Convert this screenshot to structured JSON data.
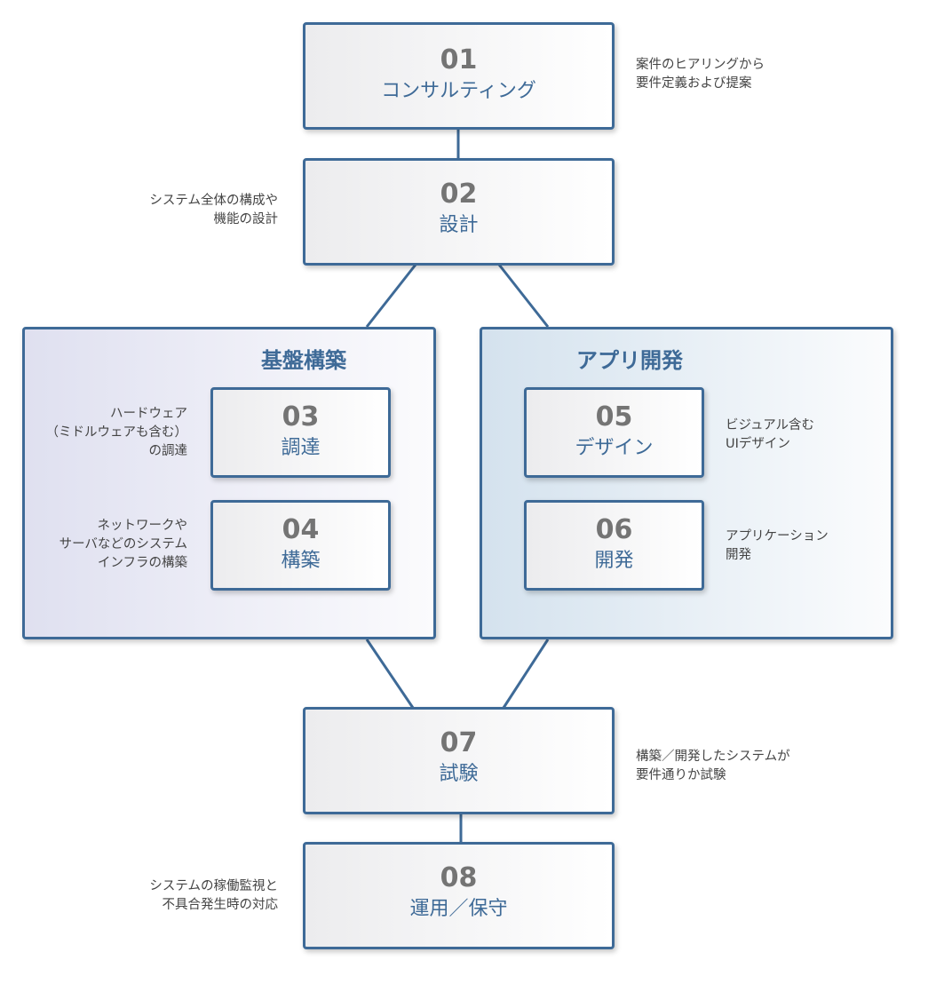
{
  "groups": {
    "infrastructure": {
      "title": "基盤構築"
    },
    "app_dev": {
      "title": "アプリ開発"
    }
  },
  "steps": [
    {
      "number": "01",
      "label": "コンサルティング",
      "note": "案件のヒアリングから\n要件定義および提案"
    },
    {
      "number": "02",
      "label": "設計",
      "note": "システム全体の構成や\n機能の設計"
    },
    {
      "number": "03",
      "label": "調達",
      "note": "ハードウェア\n（ミドルウェアも含む）\nの調達"
    },
    {
      "number": "04",
      "label": "構築",
      "note": "ネットワークや\nサーバなどのシステム\nインフラの構築"
    },
    {
      "number": "05",
      "label": "デザイン",
      "note": "ビジュアル含む\nUIデザイン"
    },
    {
      "number": "06",
      "label": "開発",
      "note": "アプリケーション\n開発"
    },
    {
      "number": "07",
      "label": "試験",
      "note": "構築／開発したシステムが\n要件通りか試験"
    },
    {
      "number": "08",
      "label": "運用／保守",
      "note": "システムの稼働監視と\n不具合発生時の対応"
    }
  ],
  "colors": {
    "accent": "#3e6a97",
    "number": "#747474",
    "note_text": "#444444"
  }
}
